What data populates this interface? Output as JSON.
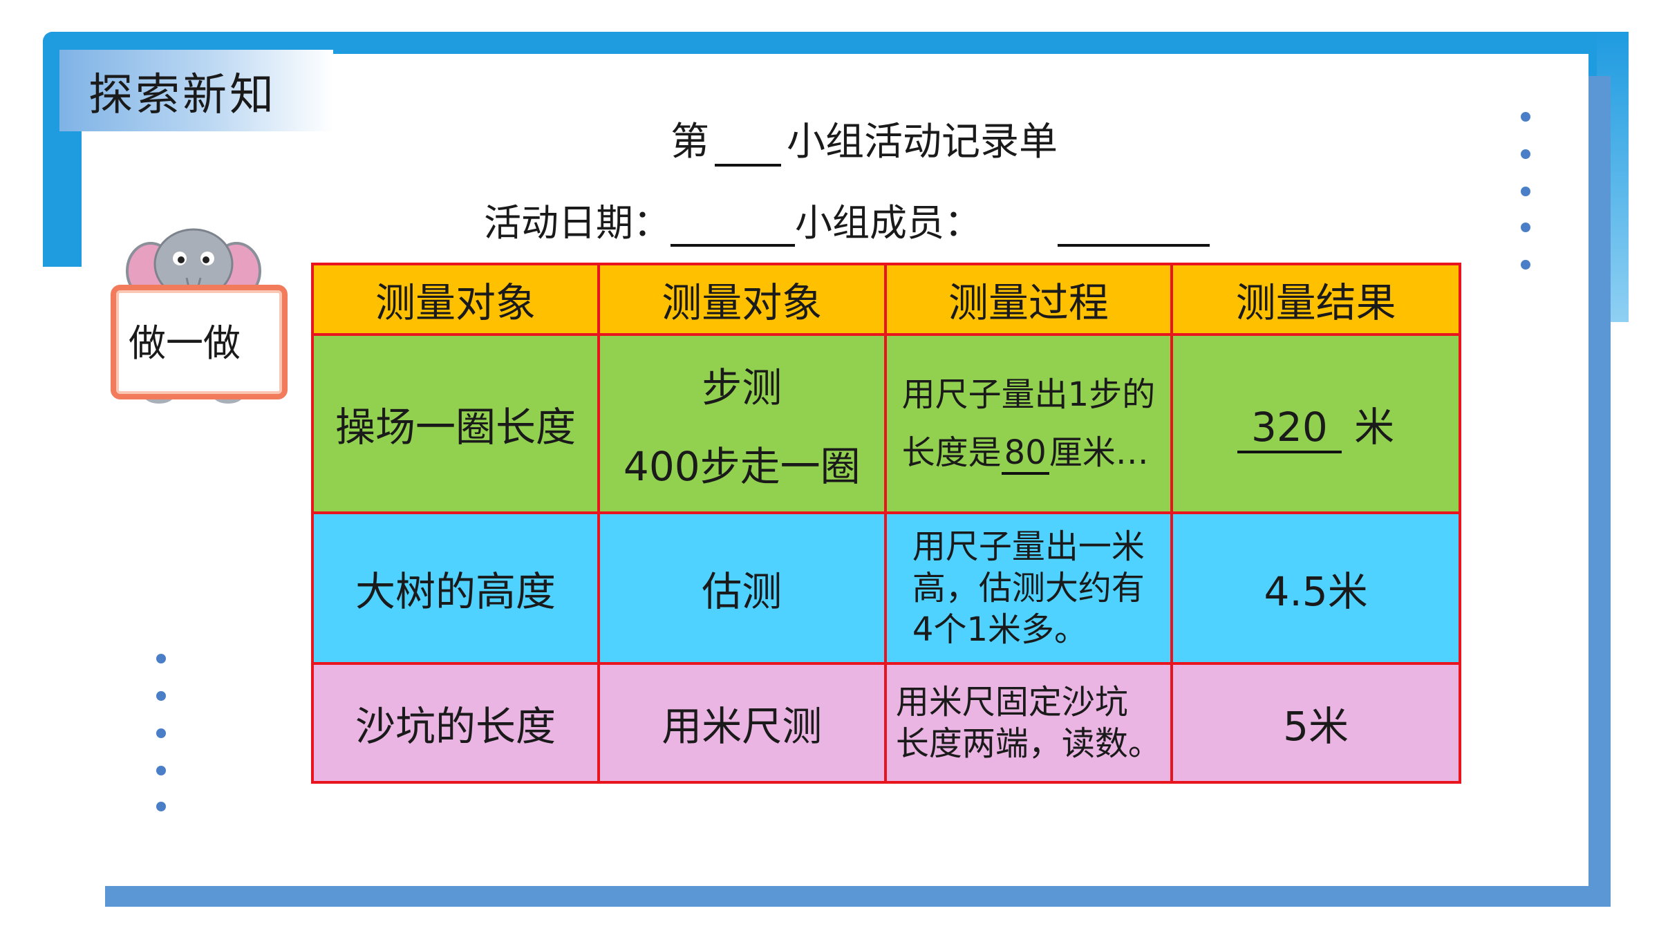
{
  "header": {
    "section_title": "探索新知"
  },
  "sheet": {
    "title_prefix": "第",
    "title_suffix": "小组活动记录单",
    "date_label": "活动日期：",
    "members_label": "小组成员："
  },
  "badge": {
    "label": "做一做"
  },
  "table": {
    "headers": [
      "测量对象",
      "测量对象",
      "测量过程",
      "测量结果"
    ],
    "rows": [
      {
        "object": "操场一圈长度",
        "method_line1": "步测",
        "method_line2": "400步走一圈",
        "process_line1": "用尺子量出1步的",
        "process_line2_a": "长度是",
        "process_line2_value": "80",
        "process_line2_b": "厘米…",
        "result_value": "320",
        "result_unit": "米"
      },
      {
        "object": "大树的高度",
        "method": "估测",
        "process_line1": "用尺子量出一米",
        "process_line2": "高，估测大约有",
        "process_line3": "4个1米多。",
        "result": "4.5米"
      },
      {
        "object": "沙坑的长度",
        "method": "用米尺测",
        "process_line1": "用米尺固定沙坑",
        "process_line2": "长度两端，读数。",
        "result": "5米"
      }
    ]
  },
  "colors": {
    "frame_blue": "#1f9be0",
    "shadow_blue": "#5b97d5",
    "header_yellow": "#ffc000",
    "row1_green": "#92d050",
    "row2_cyan": "#4fd2ff",
    "row3_pink": "#ebb5e3",
    "border_red": "#e8141e"
  },
  "icons": {
    "badge_icon": "elephant-icon"
  }
}
